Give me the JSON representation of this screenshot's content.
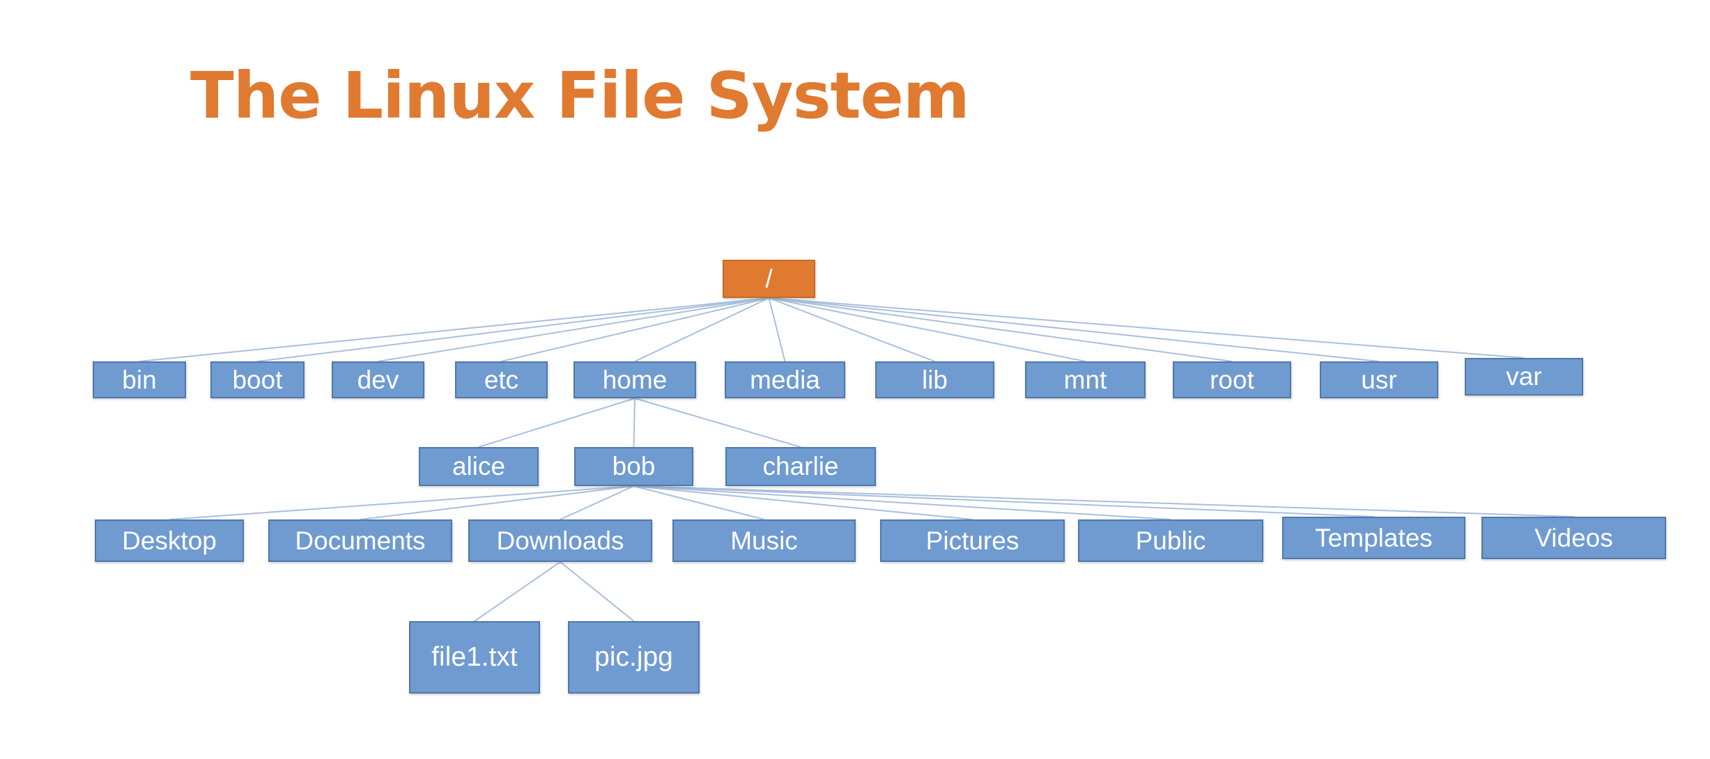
{
  "title": "The Linux File System",
  "colors": {
    "title": "#e07a31",
    "root_fill": "#e07a31",
    "node_fill": "#6f9bd1",
    "link": "#a9bfdc"
  },
  "tree": {
    "root": "/",
    "top_level": [
      "bin",
      "boot",
      "dev",
      "etc",
      "home",
      "media",
      "lib",
      "mnt",
      "root",
      "usr",
      "var"
    ],
    "home_children": [
      "alice",
      "bob",
      "charlie"
    ],
    "bob_children": [
      "Desktop",
      "Documents",
      "Downloads",
      "Music",
      "Pictures",
      "Public",
      "Templates",
      "Videos"
    ],
    "downloads_children": [
      "file1.txt",
      "pic.jpg"
    ]
  }
}
